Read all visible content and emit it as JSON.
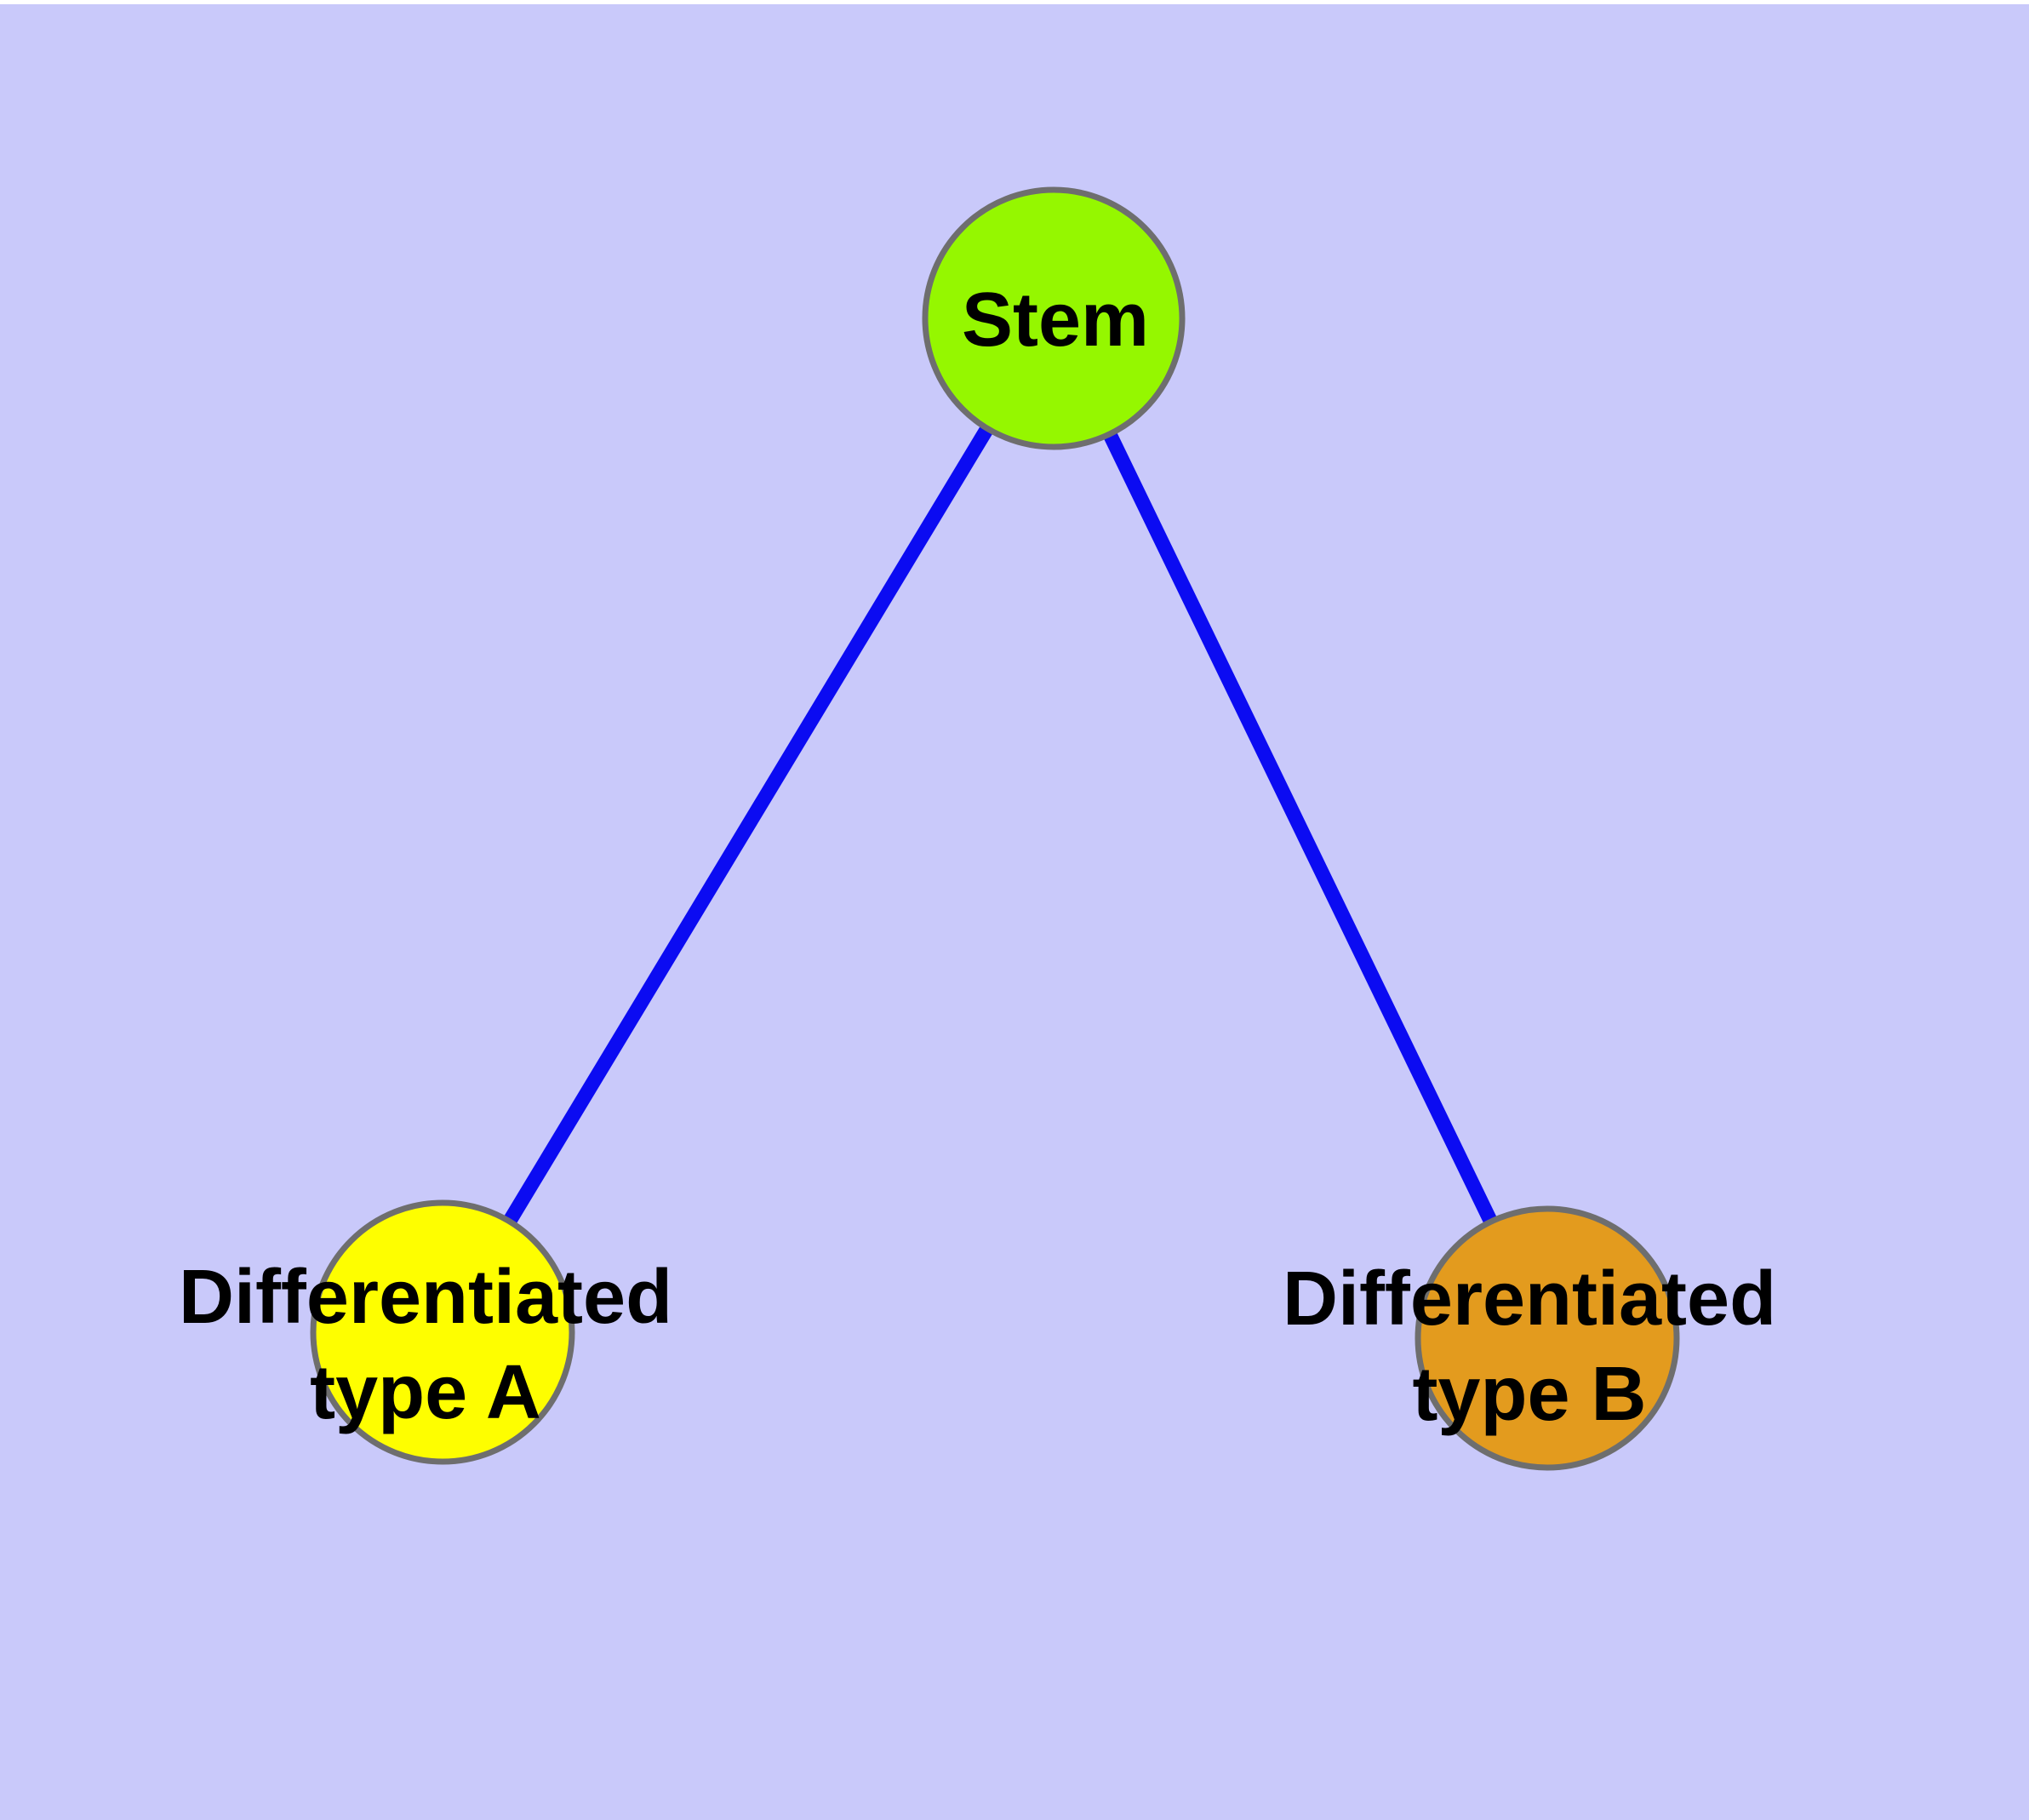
{
  "canvas": {
    "background_color": "#c9c9fa",
    "top_margin_color": "#ffffff"
  },
  "graph": {
    "type": "node-link-diagram",
    "edge_color": "#0b0bf2",
    "node_border_color": "#6e6e6e",
    "text_color": "#000000",
    "nodes": [
      {
        "id": "stem",
        "label": "Stem",
        "lines": [
          "Stem"
        ],
        "fill": "#95f700"
      },
      {
        "id": "differentiated-type-a",
        "label": "Differentiated type A",
        "lines": [
          "Differentiated",
          "type A"
        ],
        "fill": "#fefe00"
      },
      {
        "id": "differentiated-type-b",
        "label": "Differentiated type B",
        "lines": [
          "Differentiated",
          "type B"
        ],
        "fill": "#e39b1e"
      }
    ],
    "edges": [
      {
        "from": "Stem",
        "to": "Differentiated type A"
      },
      {
        "from": "Stem",
        "to": "Differentiated type B"
      }
    ]
  }
}
